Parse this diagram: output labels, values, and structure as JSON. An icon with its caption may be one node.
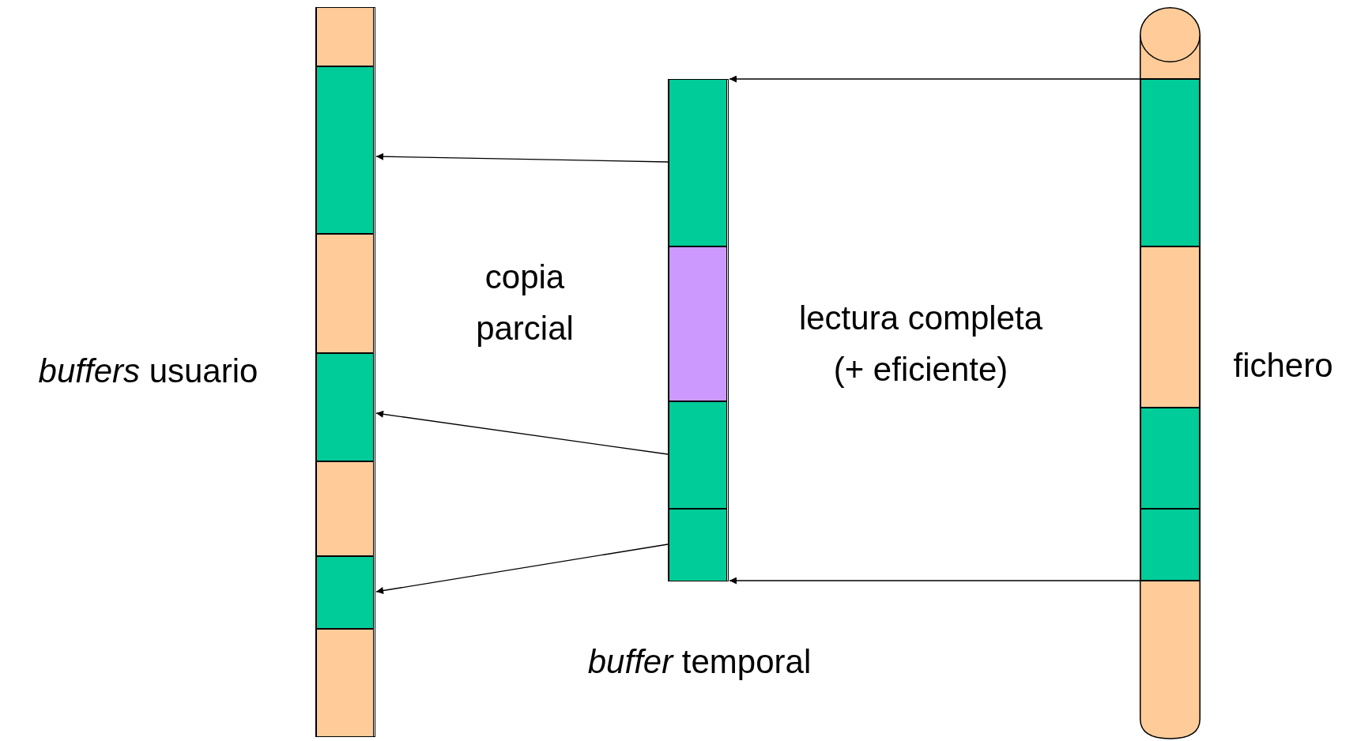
{
  "diagram": {
    "nodes": [
      {
        "text": [],
        "shape": "bar",
        "beside": [
          "*buffers* usuario"
        ]
      },
      {
        "text": [],
        "shape": "box",
        "in": 0
      },
      {
        "text": [],
        "shape": "box",
        "in": 0
      },
      {
        "text": [],
        "shape": "box",
        "in": 0
      },
      {
        "text": [],
        "shape": "box",
        "in": 0
      },
      {
        "text": [],
        "shape": "box",
        "in": 0
      },
      {
        "text": [],
        "shape": "box",
        "in": 0
      },
      {
        "text": [],
        "shape": "box",
        "in": 0
      },
      {
        "text": [],
        "shape": "bar",
        "beside": [
          "*buffer* temporal"
        ]
      },
      {
        "text": [],
        "shape": "box",
        "in": 8
      },
      {
        "text": [],
        "shape": "box",
        "in": 8
      },
      {
        "text": [],
        "shape": "box",
        "in": 8
      },
      {
        "text": [],
        "shape": "box",
        "in": 8
      },
      {
        "text": [],
        "shape": "cylinder",
        "beside": [
          "fichero"
        ]
      },
      {
        "text": [],
        "shape": "box"
      },
      {
        "text": [],
        "shape": "box",
        "in": 13
      },
      {
        "text": [],
        "shape": "box",
        "in": 13
      },
      {
        "text": [],
        "shape": "box",
        "in": 13
      },
      {
        "text": [],
        "shape": "box",
        "in": 13
      },
      {
        "text": [],
        "shape": "box",
        "in": 13
      }
    ],
    "edges": [
      {
        "from": 13,
        "to": 8,
        "arrow": "to"
      },
      {
        "from": 13,
        "to": 8,
        "arrow": "to"
      },
      {
        "from": 9,
        "to": 2,
        "arrow": "to"
      },
      {
        "from": 11,
        "to": 4,
        "arrow": "to"
      },
      {
        "from": 12,
        "to": 6,
        "arrow": "to"
      }
    ],
    "labels": [
      "copia parcial",
      "lectura completa (+ eficiente)"
    ]
  }
}
